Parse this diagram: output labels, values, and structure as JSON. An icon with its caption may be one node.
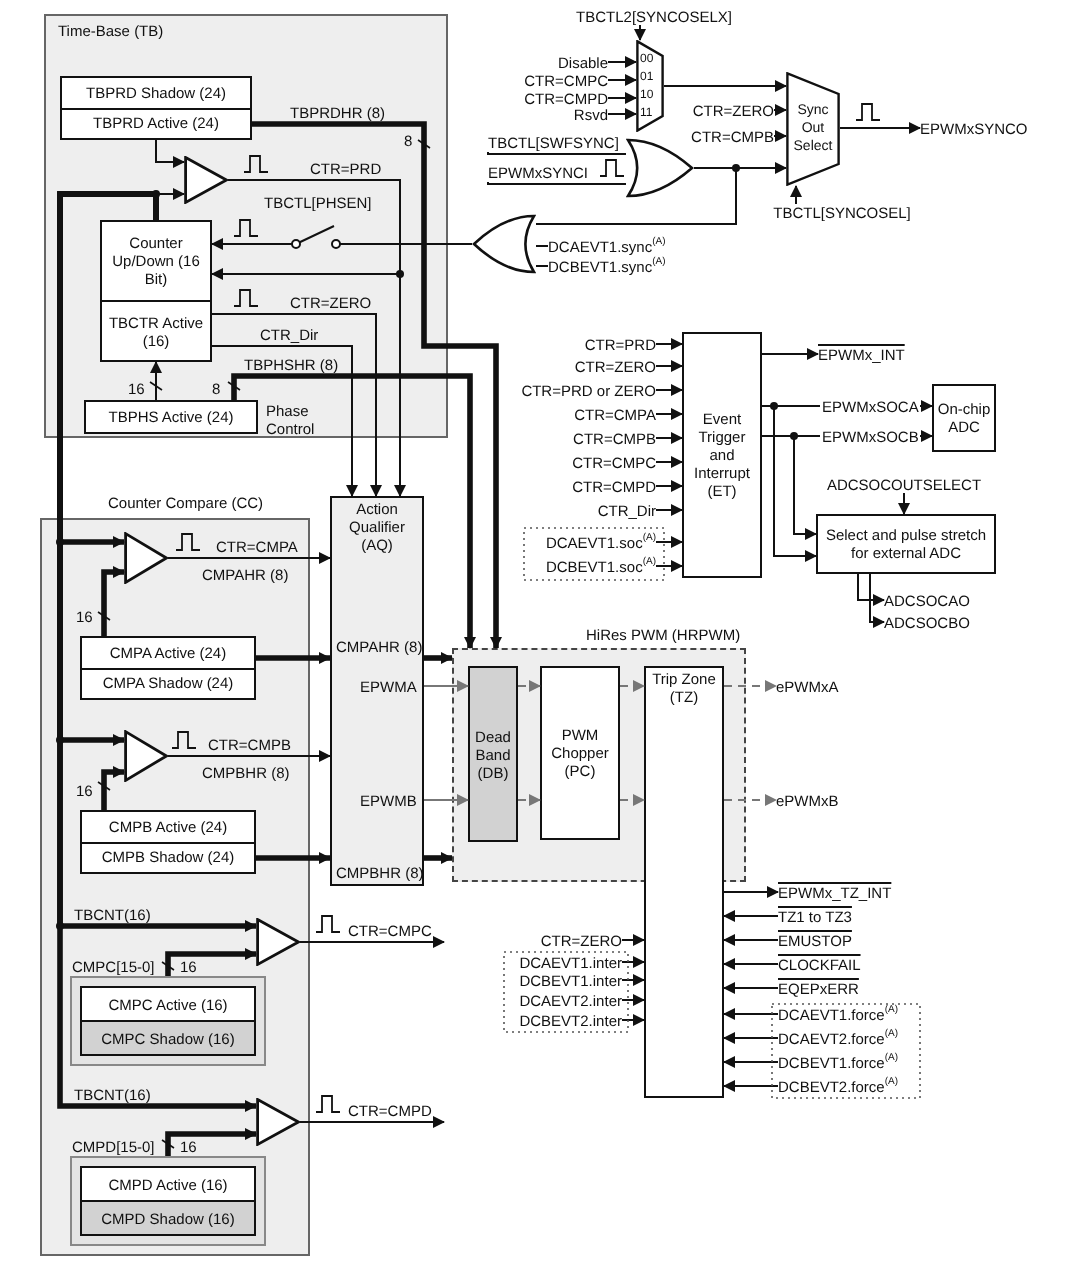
{
  "diagram": {
    "nodes": [
      {
        "text": [
          "Time-Base (TB)"
        ]
      },
      {
        "text": [
          "TBPRD Shadow (24)",
          "TBPRD Active (24)"
        ],
        "in": 0
      },
      {
        "text": [],
        "shape": "triangle",
        "in": 0
      },
      {
        "text": [
          "TBCTL[PHSEN]"
        ],
        "in": 0
      },
      {
        "text": [
          "Counter Up/Down (16 Bit)",
          "TBCTR Active (16)"
        ],
        "in": 0
      },
      {
        "text": [
          "TBPHS Active (24)"
        ],
        "beside": [
          "Phase Control"
        ],
        "in": 0
      },
      {
        "text": [
          "TBCTL2[SYNCOSELX]"
        ]
      },
      {
        "text": [
          "Disable"
        ]
      },
      {
        "text": [
          "CTR=CMPC"
        ]
      },
      {
        "text": [
          "CTR=CMPD"
        ]
      },
      {
        "text": [
          "Rsvd"
        ]
      },
      {
        "text": [
          "00",
          "01",
          "10",
          "11"
        ]
      },
      {
        "text": [
          "CTR=ZERO"
        ]
      },
      {
        "text": [
          "CTR=CMPB"
        ]
      },
      {
        "text": [
          "Sync Out Select"
        ]
      },
      {
        "text": [
          "EPWMxSYNCO"
        ]
      },
      {
        "text": [
          "TBCTL[SWFSYNC]"
        ]
      },
      {
        "text": [
          "EPWMxSYNCI"
        ]
      },
      {
        "text": [],
        "shape": "gate"
      },
      {
        "text": [
          "TBCTL[SYNCOSEL]"
        ]
      },
      {
        "text": [],
        "shape": "gate"
      },
      {
        "text": [
          "DCAEVT1.sync$^{(A)}$"
        ]
      },
      {
        "text": [
          "DCBEVT1.sync$^{(A)}$"
        ]
      },
      {
        "text": [
          "Event Trigger and Interrupt (ET)"
        ]
      },
      {
        "text": [
          "CTR=PRD"
        ]
      },
      {
        "text": [
          "CTR=ZERO"
        ]
      },
      {
        "text": [
          "CTR=PRD or ZERO"
        ]
      },
      {
        "text": [
          "CTR=CMPA"
        ]
      },
      {
        "text": [
          "CTR=CMPB"
        ]
      },
      {
        "text": [
          "CTR=CMPC"
        ]
      },
      {
        "text": [
          "CTR=CMPD"
        ]
      },
      {
        "text": [
          "CTR_Dir"
        ]
      },
      {
        "text": [
          "DCAEVT1.soc$^{(A)}$"
        ]
      },
      {
        "text": [
          "DCBEVT1.soc$^{(A)}$"
        ]
      },
      {
        "text": [
          "EPWMx_INT"
        ]
      },
      {
        "text": [
          "On-chip ADC"
        ]
      },
      {
        "text": [
          "ADCSOCOUTSELECT"
        ]
      },
      {
        "text": [
          "Select and pulse stretch for external ADC"
        ]
      },
      {
        "text": [
          "ADCSOCAO"
        ]
      },
      {
        "text": [
          "ADCSOCBO"
        ]
      },
      {
        "text": [
          "Counter Compare (CC)"
        ]
      },
      {
        "text": [],
        "shape": "triangle",
        "in": 40
      },
      {
        "text": [
          "CMPA Active (24)",
          "CMPA Shadow (24)"
        ],
        "in": 40
      },
      {
        "text": [],
        "shape": "triangle",
        "in": 40
      },
      {
        "text": [
          "CMPB Active (24)",
          "CMPB Shadow (24)"
        ],
        "in": 40
      },
      {
        "text": [],
        "shape": "triangle",
        "in": 40
      },
      {
        "text": [
          "CMPC Active (16)",
          "CMPC Shadow (16)"
        ],
        "in": 40
      },
      {
        "text": [],
        "shape": "triangle",
        "in": 40
      },
      {
        "text": [
          "CMPD Active (16)",
          "CMPD Shadow (16)"
        ],
        "in": 40
      },
      {
        "text": [
          "Action Qualifier (AQ)"
        ]
      },
      {
        "text": [
          "HiRes PWM (HRPWM)"
        ]
      },
      {
        "text": [
          "Dead Band (DB)"
        ],
        "in": 50
      },
      {
        "text": [
          "PWM Chopper (PC)"
        ],
        "in": 50
      },
      {
        "text": [
          "Trip Zone (TZ)"
        ]
      },
      {
        "text": [
          "ePWMxA"
        ]
      },
      {
        "text": [
          "ePWMxB"
        ]
      },
      {
        "text": [
          "EPWMx_TZ_INT"
        ]
      },
      {
        "text": [
          "TZ1 to TZ3"
        ]
      },
      {
        "text": [
          "EMUSTOP"
        ]
      },
      {
        "text": [
          "CLOCKFAIL"
        ]
      },
      {
        "text": [
          "EQEPxERR"
        ]
      },
      {
        "text": [
          "DCAEVT1.force$^{(A)}$"
        ]
      },
      {
        "text": [
          "DCAEVT2.force$^{(A)}$"
        ]
      },
      {
        "text": [
          "DCBEVT1.force$^{(A)}$"
        ]
      },
      {
        "text": [
          "DCBEVT2.force$^{(A)}$"
        ]
      },
      {
        "text": [
          "CTR=ZERO"
        ]
      },
      {
        "text": [
          "DCAEVT1.inter"
        ]
      },
      {
        "text": [
          "DCBEVT1.inter"
        ]
      },
      {
        "text": [
          "DCAEVT2.inter"
        ]
      },
      {
        "text": [
          "DCBEVT2.inter"
        ]
      }
    ],
    "edges": [
      {
        "from": 1,
        "to": 2,
        "arrow": "to"
      },
      {
        "from": 4,
        "to": 2,
        "arrow": "to"
      },
      {
        "from": 2,
        "to": 49,
        "arrow": "to",
        "label": "CTR=PRD"
      },
      {
        "from": 2,
        "to": 4,
        "arrow": "to"
      },
      {
        "from": 3,
        "to": 4,
        "arrow": "to"
      },
      {
        "from": 4,
        "to": 49,
        "arrow": "to",
        "label": "CTR=ZERO"
      },
      {
        "from": 4,
        "to": 49,
        "arrow": "to",
        "label": "CTR_Dir"
      },
      {
        "from": 5,
        "to": 4,
        "arrow": "to"
      },
      {
        "from": 5,
        "to": 50,
        "arrow": "to",
        "label": "TBPHSHR (8)",
        "style": "thick"
      },
      {
        "from": 1,
        "to": 50,
        "arrow": "to",
        "label": "TBPRDHR (8)",
        "style": "thick"
      },
      {
        "from": 6,
        "to": 11,
        "arrow": "to"
      },
      {
        "from": 7,
        "to": 11,
        "arrow": "to"
      },
      {
        "from": 8,
        "to": 11,
        "arrow": "to"
      },
      {
        "from": 9,
        "to": 11,
        "arrow": "to"
      },
      {
        "from": 10,
        "to": 11,
        "arrow": "to"
      },
      {
        "from": 11,
        "to": 14,
        "arrow": "to"
      },
      {
        "from": 12,
        "to": 14,
        "arrow": "to"
      },
      {
        "from": 13,
        "to": 14,
        "arrow": "to"
      },
      {
        "from": 14,
        "to": 15,
        "arrow": "to"
      },
      {
        "from": 19,
        "to": 14,
        "arrow": "to"
      },
      {
        "from": 16,
        "to": 18,
        "arrow": "none"
      },
      {
        "from": 17,
        "to": 18,
        "arrow": "none"
      },
      {
        "from": 18,
        "to": 14,
        "arrow": "to"
      },
      {
        "from": 18,
        "to": 20,
        "arrow": "none"
      },
      {
        "from": 21,
        "to": 20,
        "arrow": "none"
      },
      {
        "from": 22,
        "to": 20,
        "arrow": "none"
      },
      {
        "from": 20,
        "to": 3,
        "arrow": "none"
      },
      {
        "from": 24,
        "to": 23,
        "arrow": "to"
      },
      {
        "from": 25,
        "to": 23,
        "arrow": "to"
      },
      {
        "from": 26,
        "to": 23,
        "arrow": "to"
      },
      {
        "from": 27,
        "to": 23,
        "arrow": "to"
      },
      {
        "from": 28,
        "to": 23,
        "arrow": "to"
      },
      {
        "from": 29,
        "to": 23,
        "arrow": "to"
      },
      {
        "from": 30,
        "to": 23,
        "arrow": "to"
      },
      {
        "from": 31,
        "to": 23,
        "arrow": "to"
      },
      {
        "from": 32,
        "to": 23,
        "arrow": "to"
      },
      {
        "from": 33,
        "to": 23,
        "arrow": "to"
      },
      {
        "from": 23,
        "to": 34,
        "arrow": "to"
      },
      {
        "from": 23,
        "to": 35,
        "arrow": "to",
        "label": "EPWMxSOCA"
      },
      {
        "from": 23,
        "to": 35,
        "arrow": "to",
        "label": "EPWMxSOCB"
      },
      {
        "from": 23,
        "to": 37,
        "arrow": "to"
      },
      {
        "from": 23,
        "to": 37,
        "arrow": "to"
      },
      {
        "from": 36,
        "to": 37,
        "arrow": "to"
      },
      {
        "from": 37,
        "to": 38,
        "arrow": "to"
      },
      {
        "from": 37,
        "to": 39,
        "arrow": "to"
      },
      {
        "from": 4,
        "to": 41,
        "arrow": "to",
        "style": "thick"
      },
      {
        "from": 4,
        "to": 43,
        "arrow": "to",
        "style": "thick"
      },
      {
        "from": 4,
        "to": 45,
        "arrow": "to",
        "label": "TBCNT(16)",
        "style": "thick"
      },
      {
        "from": 4,
        "to": 47,
        "arrow": "to",
        "label": "TBCNT(16)",
        "style": "thick"
      },
      {
        "from": 42,
        "to": 41,
        "arrow": "to",
        "style": "thick"
      },
      {
        "from": 44,
        "to": 43,
        "arrow": "to",
        "style": "thick"
      },
      {
        "from": 46,
        "to": 45,
        "arrow": "to",
        "label": "CMPC[15-0]",
        "style": "thick"
      },
      {
        "from": 48,
        "to": 47,
        "arrow": "to",
        "label": "CMPD[15-0]",
        "style": "thick"
      },
      {
        "from": 45,
        "to": null,
        "arrow": "to",
        "label": "CTR=CMPC"
      },
      {
        "from": 47,
        "to": null,
        "arrow": "to",
        "label": "CTR=CMPD"
      },
      {
        "from": 41,
        "to": 49,
        "arrow": "to",
        "label": "CTR=CMPA"
      },
      {
        "from": 43,
        "to": 49,
        "arrow": "to",
        "label": "CTR=CMPB"
      },
      {
        "from": 42,
        "to": 49,
        "arrow": "to",
        "style": "thick"
      },
      {
        "from": 44,
        "to": 49,
        "arrow": "to",
        "style": "thick"
      },
      {
        "from": 49,
        "to": 51,
        "arrow": "to",
        "label": "EPWMA",
        "color": "#777777"
      },
      {
        "from": 49,
        "to": 51,
        "arrow": "to",
        "label": "EPWMB",
        "color": "#777777"
      },
      {
        "from": 51,
        "to": 52,
        "arrow": "to",
        "style": "dashed",
        "color": "#777777"
      },
      {
        "from": 51,
        "to": 52,
        "arrow": "to",
        "style": "dashed",
        "color": "#777777"
      },
      {
        "from": 52,
        "to": 53,
        "arrow": "to",
        "style": "dashed",
        "color": "#777777"
      },
      {
        "from": 52,
        "to": 53,
        "arrow": "to",
        "style": "dashed",
        "color": "#777777"
      },
      {
        "from": 53,
        "to": 54,
        "arrow": "to",
        "style": "dashed",
        "color": "#777777"
      },
      {
        "from": 53,
        "to": 55,
        "arrow": "to",
        "style": "dashed",
        "color": "#777777"
      },
      {
        "from": 53,
        "to": 56,
        "arrow": "to"
      },
      {
        "from": 57,
        "to": 53,
        "arrow": "to"
      },
      {
        "from": 58,
        "to": 53,
        "arrow": "to"
      },
      {
        "from": 59,
        "to": 53,
        "arrow": "to"
      },
      {
        "from": 60,
        "to": 53,
        "arrow": "to"
      },
      {
        "from": 61,
        "to": 53,
        "arrow": "to"
      },
      {
        "from": 62,
        "to": 53,
        "arrow": "to"
      },
      {
        "from": 63,
        "to": 53,
        "arrow": "to"
      },
      {
        "from": 64,
        "to": 53,
        "arrow": "to"
      },
      {
        "from": 65,
        "to": 53,
        "arrow": "to"
      },
      {
        "from": 66,
        "to": 53,
        "arrow": "to"
      },
      {
        "from": 67,
        "to": 53,
        "arrow": "to"
      },
      {
        "from": 68,
        "to": 53,
        "arrow": "to"
      },
      {
        "from": 69,
        "to": 53,
        "arrow": "to"
      },
      {
        "from": 49,
        "to": 50,
        "arrow": "to",
        "label": "CMPAHR (8)",
        "style": "thick"
      },
      {
        "from": 49,
        "to": 50,
        "arrow": "to",
        "label": "CMPBHR (8)",
        "style": "thick"
      }
    ],
    "labels": [
      "8",
      "16",
      "8",
      "CMPAHR (8)",
      "16",
      "CMPBHR (8)",
      "16",
      "16",
      "16"
    ]
  }
}
